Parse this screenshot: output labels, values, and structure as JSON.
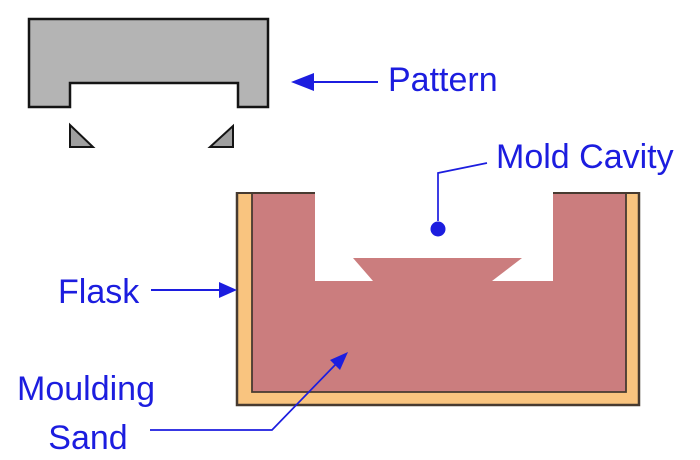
{
  "diagram": {
    "kind": "sand-casting-mold-cross-section"
  },
  "labels": {
    "pattern": "Pattern",
    "mold_cavity": "Mold Cavity",
    "flask": "Flask",
    "moulding_sand_line1": "Moulding",
    "moulding_sand_line2": "Sand"
  },
  "colors": {
    "label_blue": "#1c1ddf",
    "pattern_gray": "#b4b4b4",
    "loose_piece_gray": "#9f9f9f",
    "pattern_outline": "#141414",
    "sand_pink": "#cb7d7e",
    "flask_tan": "#f9c47f",
    "outline_dark": "#473a30",
    "cavity_white": "#ffffff",
    "background": "#ffffff"
  }
}
